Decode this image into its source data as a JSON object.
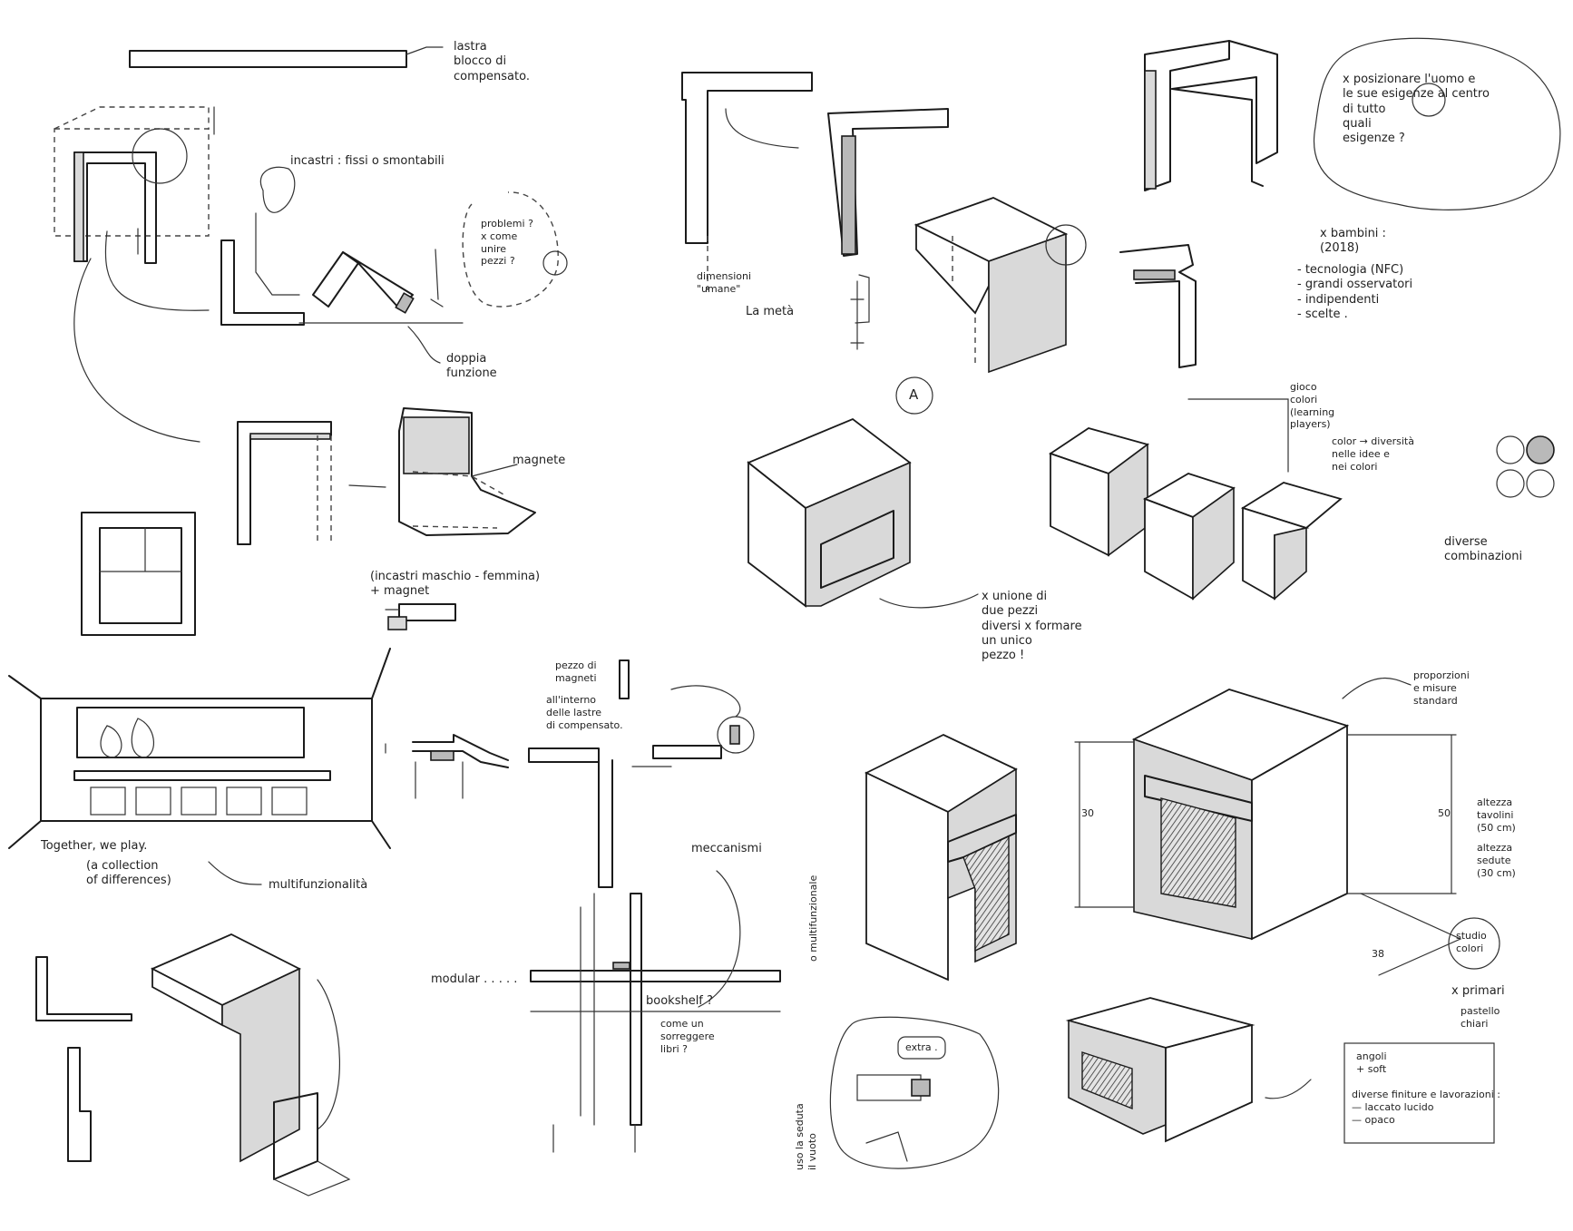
{
  "notes": {
    "lastra": "lastra\nblocco di\ncompensato.",
    "incastri": "incastri : fissi o smontabili",
    "problemi": "problemi ?\nx come\nunire\npezzi ?",
    "doppia": "doppia\nfunzione",
    "dimensioni": "dimensioni\n\"umane\"",
    "la_meta": "La metà",
    "posizionare": "x posizionare l'uomo e\nle sue esigenze al centro\ndi tutto\nquali\nesigenze ?",
    "bambini": "x bambini :\n(2018)",
    "bambini_list": "- tecnologia (NFC)\n- grandi osservatori\n- indipendenti\n- scelte .",
    "label_a": "A",
    "magnete": "magnete",
    "incastri_maschio": "(incastri maschio - femmina)\n+ magnet",
    "gioco_colori": "gioco\ncolori\n(learning\nplayers)",
    "color_diversita": "color → diversità\nnelle idee e\nnei colori",
    "diverse_combinazioni": "diverse\ncombinazioni",
    "unione": "x unione di\ndue pezzi\ndiversi x formare\nun unico\npezzo !",
    "pezzo_magneti": "pezzo di\nmagneti",
    "allinterno": "all'interno\ndelle lastre\ndi compensato.",
    "together": "Together, we play.",
    "collection": "(a collection\nof differences)",
    "multifunzionalita": "multifunzionalità",
    "meccanismi": "meccanismi",
    "modular": "modular . . . . .",
    "bookshelf": "bookshelf ?",
    "bookshelf_sub": "come un\nsorreggere\nlibri ?",
    "proporzioni": "proporzioni\ne misure\nstandard",
    "altezza": "altezza\ntavolini\n(50 cm)",
    "altezza_sedute": "altezza\nsedute\n(30 cm)",
    "studio_colori": "studio\ncolori",
    "primari": "x primari",
    "pastello": "pastello\nchiari",
    "extra": "extra .",
    "multifunz_vert": "o multifunzionale",
    "uso": "uso la seduta\nil vuoto",
    "angoli": "angoli\n+ soft",
    "finiture": "diverse finiture e lavorazioni :\n— laccato lucido\n— opaco",
    "dim_38": "38",
    "dim_50": "50",
    "dim_30": "30"
  },
  "colors": {
    "ink": "#1b1b1b",
    "paper": "#ffffff",
    "shade": "#d9d9d9"
  }
}
